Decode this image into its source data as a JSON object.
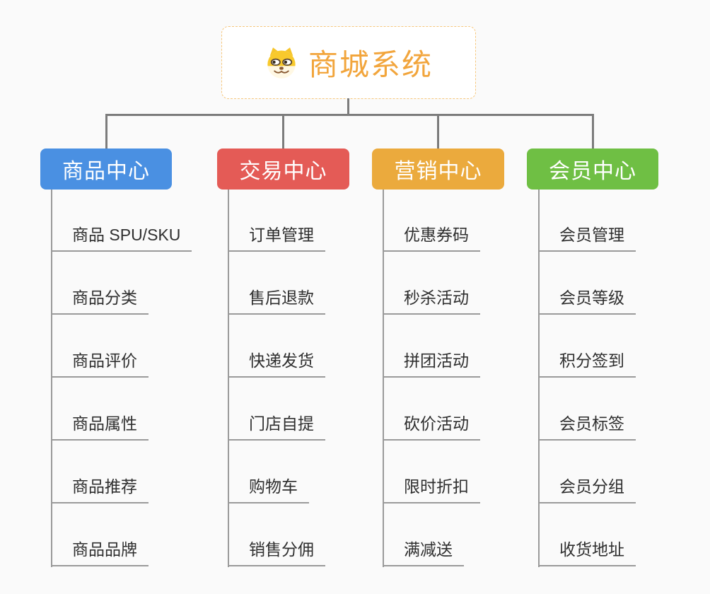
{
  "root": {
    "title": "商城系统",
    "icon": "dog-face-icon",
    "title_color": "#f2a53c",
    "border_color": "#f6c77d"
  },
  "branches": [
    {
      "label": "商品中心",
      "color": "#4a90e2",
      "items": [
        "商品 SPU/SKU",
        "商品分类",
        "商品评价",
        "商品属性",
        "商品推荐",
        "商品品牌"
      ]
    },
    {
      "label": "交易中心",
      "color": "#e45b56",
      "items": [
        "订单管理",
        "售后退款",
        "快递发货",
        "门店自提",
        "购物车",
        "销售分佣"
      ]
    },
    {
      "label": "营销中心",
      "color": "#ebaa3d",
      "items": [
        "优惠券码",
        "秒杀活动",
        "拼团活动",
        "砍价活动",
        "限时折扣",
        "满减送"
      ]
    },
    {
      "label": "会员中心",
      "color": "#6fbf44",
      "items": [
        "会员管理",
        "会员等级",
        "积分签到",
        "会员标签",
        "会员分组",
        "收货地址"
      ]
    }
  ],
  "connector_color": "#7c7c7c"
}
